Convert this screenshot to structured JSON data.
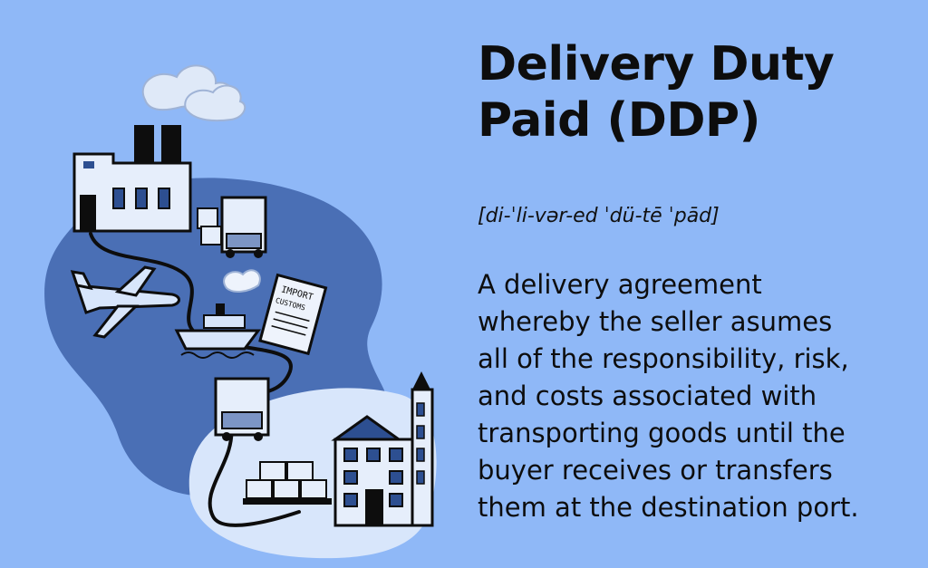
{
  "title": "Delivery Duty\nPaid (DDP)",
  "pronunciation": "[di-ˈli-vər-ed ˈdü-tē ˈpād]",
  "definition": " A delivery agreement\nwhereby the seller asumes\nall of the responsibility, risk,\nand costs associated with\ntransporting goods until the\nbuyer receives or transfers\nthem at the destination port.",
  "illustration": {
    "document_text_line1": "IMPORT",
    "document_text_line2": "CUSTOMS"
  },
  "colors": {
    "background": "#8fb8f7",
    "land_dark": "#4a6fb5",
    "land_light": "#d8e6fb",
    "ink": "#0d0d0d"
  }
}
